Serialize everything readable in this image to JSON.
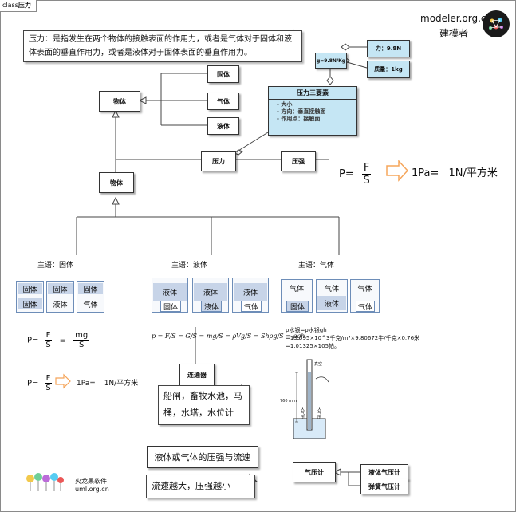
{
  "header": {
    "tab_prefix": "class",
    "tab_title": "压力"
  },
  "brand": {
    "site": "modeler.org.cn",
    "name": "建模者"
  },
  "definition_note": "压力：是指发生在两个物体的接触表面的作用力，或者是气体对于固体和液体表面的垂直作用力，或者是液体对于固体表面的垂直作用力。",
  "classes": {
    "object_top": "物体",
    "solid": "固体",
    "gas": "气体",
    "liquid": "液体",
    "object_bottom": "物体",
    "pressure_force": "压力",
    "pressure": "压强",
    "gravity": "g=9.8N/Kg",
    "force": "力：9.8N",
    "mass": "质量：1kg",
    "liquid_manometer": "液体气压计",
    "spring_manometer": "弹簧气压计",
    "barometer": "气压计",
    "connector": "连通器"
  },
  "three_elements": {
    "title": "压力三要素",
    "items": [
      "大小",
      "方向：垂直接触面",
      "作用点：接触面"
    ]
  },
  "formula_main": {
    "lhs": "P=",
    "num": "F",
    "den": "S",
    "unit": "1Pa=",
    "unit_value": "1N/平方米"
  },
  "subjects": {
    "solid": "主语：固体",
    "liquid": "主语：液体",
    "gas": "主语：气体"
  },
  "solid_groups": [
    [
      "固体",
      "固体"
    ],
    [
      "固体",
      "液体"
    ],
    [
      "固体",
      "气体"
    ]
  ],
  "liquid_groups": [
    [
      "液体",
      "固体"
    ],
    [
      "液体",
      "液体"
    ],
    [
      "液体",
      "气体"
    ]
  ],
  "gas_groups": [
    [
      "气体",
      "固体"
    ],
    [
      "气体",
      "液体"
    ],
    [
      "气体",
      "气体"
    ]
  ],
  "solid_formula": {
    "lhs": "P=",
    "num": "F",
    "den": "S",
    "eq": "=",
    "num2": "mg",
    "den2": "S"
  },
  "solid_formula_2": {
    "lhs": "P=",
    "num": "F",
    "den": "S",
    "unit": "1Pa=",
    "unit_value": "1N/平方米"
  },
  "liquid_formula": "p = F/S = G/S = mg/S = ρVg/S = Shρg/S = ρgh",
  "connector_examples": "船闸，畜牧水池，马桶，水塔，水位计",
  "mercury": {
    "line1": "p水银=ρ水银gh",
    "line2": "=13.595×10^3千克/m³×9.80672牛/千克×0.76米",
    "line3": "=1.01325×105帕。"
  },
  "apparatus_labels": {
    "vacuum": "真空",
    "height": "760 mm",
    "atm1": "大气压",
    "atm2": "大气压"
  },
  "flow_title": "液体或气体的压强与流速",
  "flow_note": "流速越大，压强越小",
  "logo": {
    "name": "火龙果软件",
    "site": "uml.org.cn"
  },
  "colors": {
    "class_fill": "#c5e6f4",
    "accent": "#f5a55a",
    "cell_fill": "#c7d4e8"
  }
}
